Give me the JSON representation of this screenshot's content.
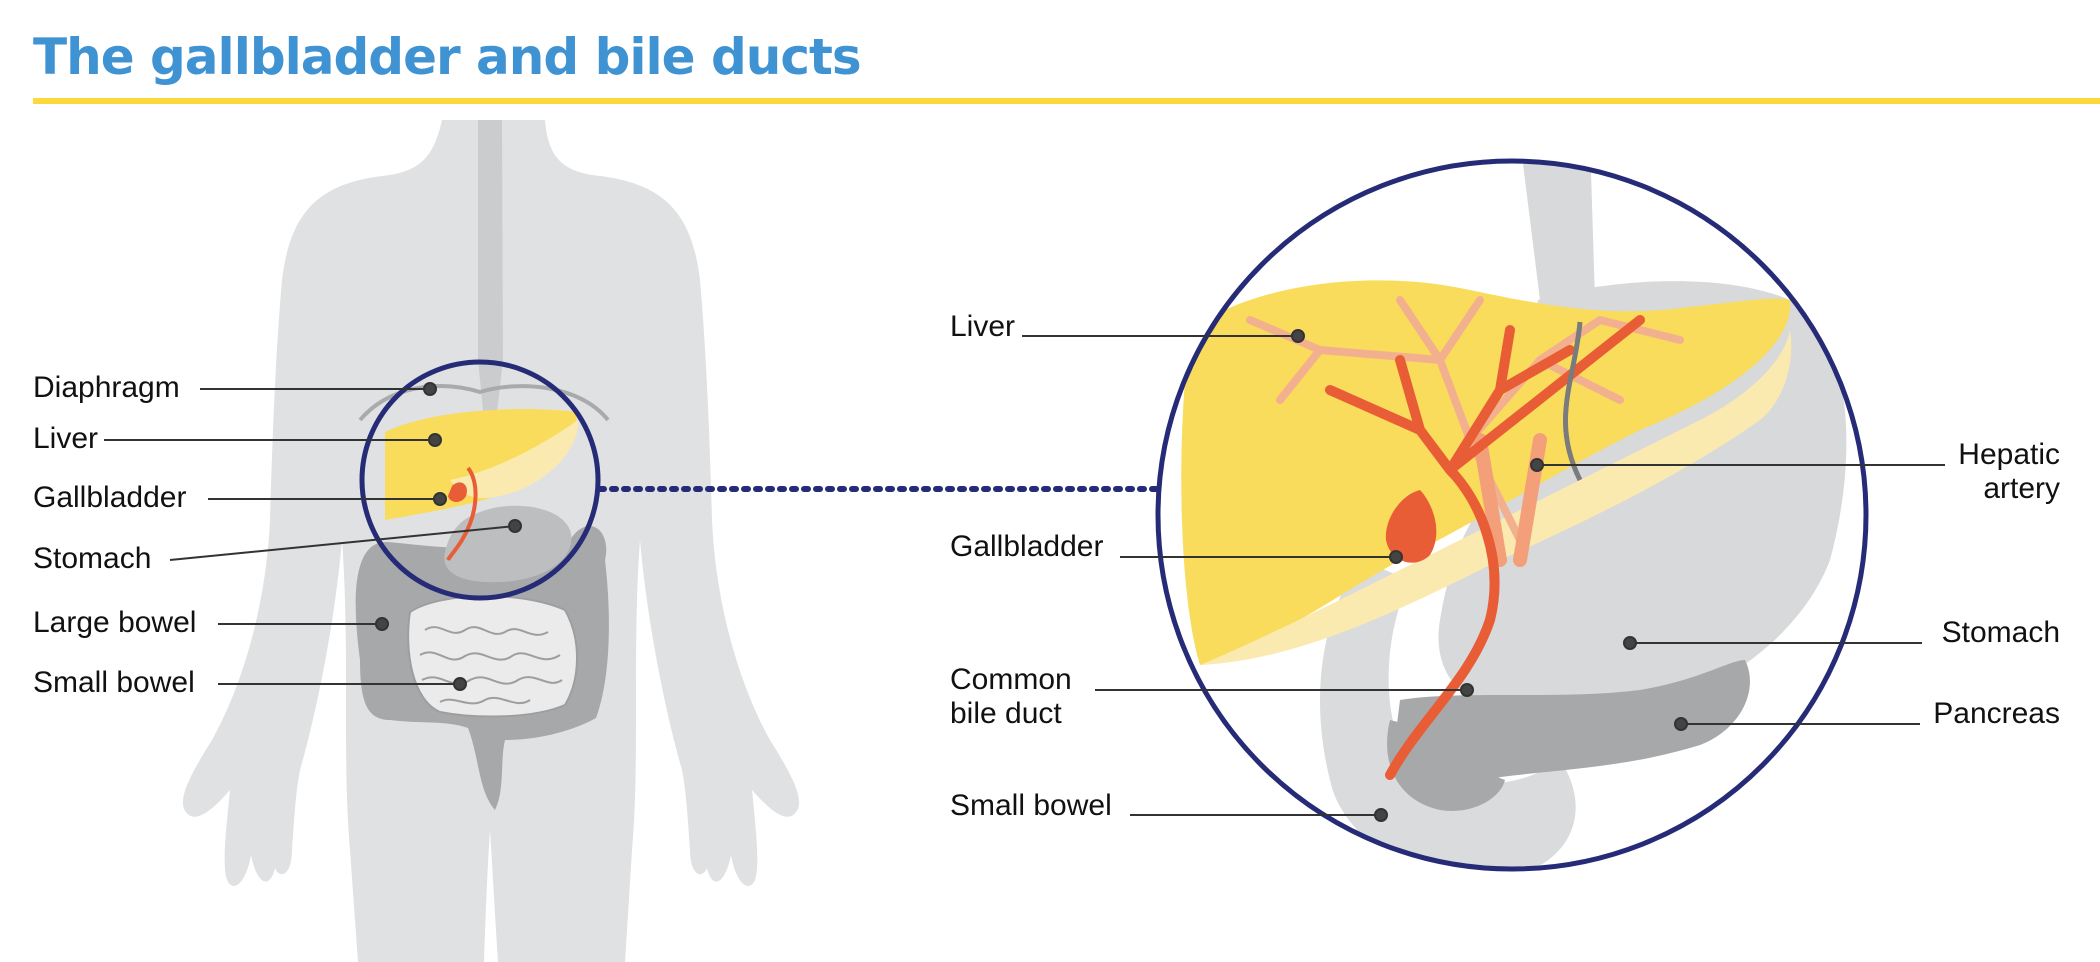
{
  "title": "The gallbladder and bile ducts",
  "colors": {
    "title": "#3f93d3",
    "rule": "#fbd93a",
    "body": "#e0e1e2",
    "organ_gray": "#a7a8aa",
    "liver_yellow": "#f9dc5c",
    "liver_light": "#fbeab0",
    "bile_duct": "#e85d36",
    "circle_outline": "#262b77"
  },
  "body_figure": {
    "labels": {
      "diaphragm": "Diaphragm",
      "liver": "Liver",
      "gallbladder": "Gallbladder",
      "stomach": "Stomach",
      "large_bowel": "Large bowel",
      "small_bowel": "Small bowel"
    }
  },
  "zoom_view": {
    "labels": {
      "liver": "Liver",
      "gallbladder": "Gallbladder",
      "common_bile_duct_line1": "Common",
      "common_bile_duct_line2": "bile duct",
      "small_bowel": "Small bowel",
      "hepatic_artery_line1": "Hepatic",
      "hepatic_artery_line2": "artery",
      "stomach": "Stomach",
      "pancreas": "Pancreas"
    }
  }
}
